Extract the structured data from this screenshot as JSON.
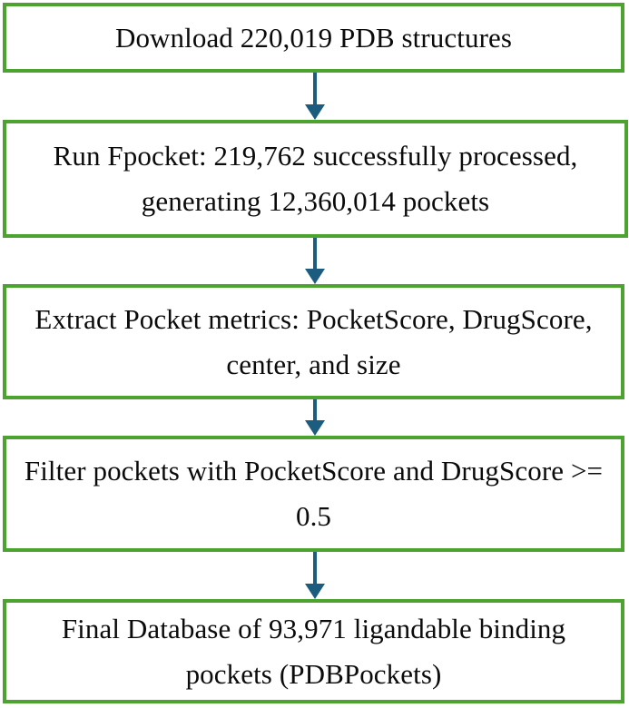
{
  "diagram": {
    "type": "flowchart",
    "orientation": "vertical",
    "colors": {
      "node_border": "#4CA32F",
      "node_fill": "#FFFFFF",
      "arrow": "#1C5C7F",
      "text": "#0B0B0B"
    },
    "nodes": [
      {
        "id": "download",
        "text": "Download 220,019 PDB structures",
        "lines": [
          "Download 220,019 PDB structures"
        ]
      },
      {
        "id": "run-fpocket",
        "text": "Run Fpocket: 219,762 successfully processed, generating 12,360,014 pockets",
        "lines": [
          "Run Fpocket: 219,762 successfully",
          "processed, generating 12,360,014 pockets"
        ]
      },
      {
        "id": "extract-metrics",
        "text": "Extract Pocket metrics: PocketScore, DrugScore, center, and size",
        "lines": [
          "Extract Pocket metrics: PocketScore,",
          "DrugScore, center, and size"
        ]
      },
      {
        "id": "filter-pockets",
        "text": "Filter pockets with PocketScore and DrugScore >= 0.5",
        "lines": [
          "Filter pockets with PocketScore and",
          "DrugScore >= 0.5"
        ]
      },
      {
        "id": "final-database",
        "text": "Final Database of 93,971 ligandable binding pockets (PDBPockets)",
        "lines": [
          "Final Database of 93,971 ligandable",
          "binding pockets (PDBPockets)"
        ]
      }
    ],
    "connectors": [
      {
        "id": "arrow-download-to-fpocket",
        "icon": "down-arrow-icon",
        "from": "download",
        "to": "run-fpocket"
      },
      {
        "id": "arrow-fpocket-to-extract",
        "icon": "down-arrow-icon",
        "from": "run-fpocket",
        "to": "extract-metrics"
      },
      {
        "id": "arrow-extract-to-filter",
        "icon": "down-arrow-icon",
        "from": "extract-metrics",
        "to": "filter-pockets"
      },
      {
        "id": "arrow-filter-to-final",
        "icon": "down-arrow-icon",
        "from": "filter-pockets",
        "to": "final-database"
      }
    ]
  }
}
